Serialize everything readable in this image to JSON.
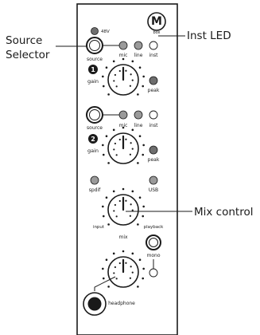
{
  "callouts": {
    "source_selector_line1": "Source",
    "source_selector_line2": "Selector",
    "inst_led": "Inst LED",
    "mix_control": "Mix control"
  },
  "logo": {
    "letter": "M",
    "sub": "box"
  },
  "labels": {
    "phantom": "48V",
    "source": "source",
    "mic": "mic",
    "line": "line",
    "inst": "inst",
    "gain": "gain",
    "peak": "peak",
    "channel1": "1",
    "channel2": "2",
    "spdif": "spdif",
    "usb": "USB",
    "input": "input",
    "mix": "mix",
    "playback": "playback",
    "mono": "mono",
    "headphone": "headphone"
  },
  "colors": {
    "outline": "#1a1a1a",
    "led_gray": "#9a9a9a",
    "led_dark": "#6e6e6e",
    "panel": "#ffffff"
  }
}
